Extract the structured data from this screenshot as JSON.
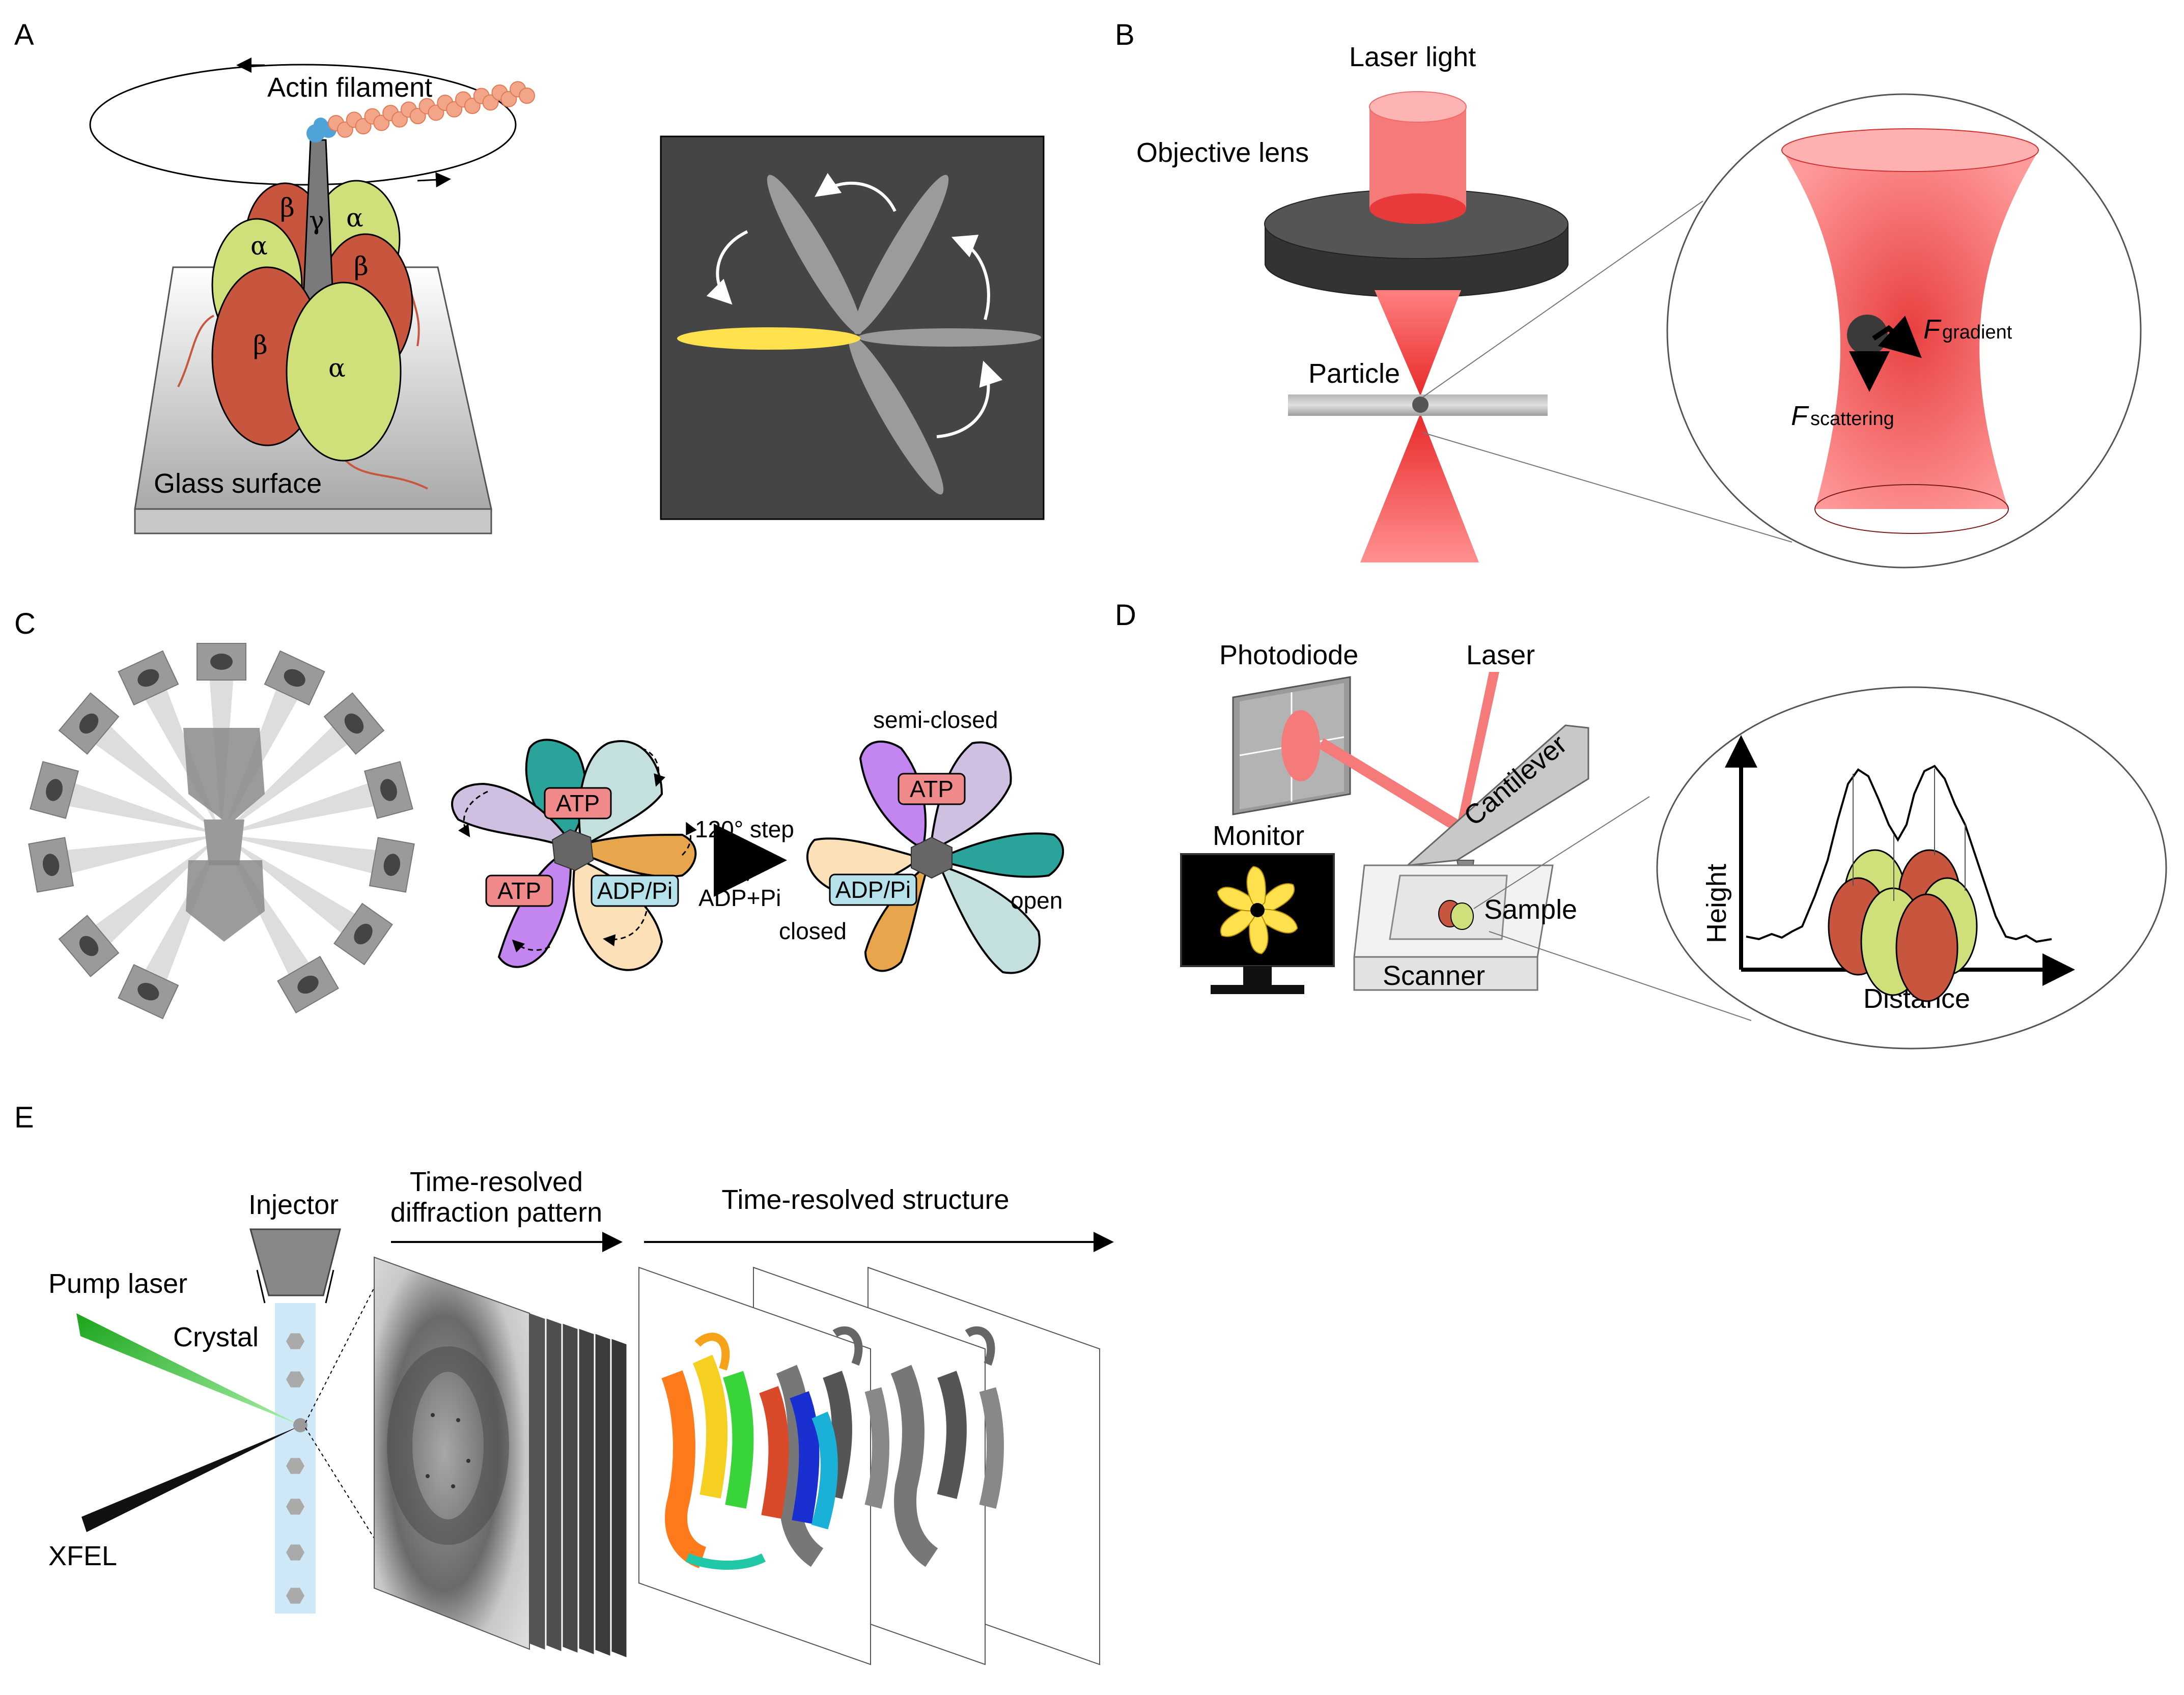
{
  "panels": {
    "a": {
      "letter": "A",
      "actin_label": "Actin filament",
      "surface_label": "Glass surface",
      "subunits": {
        "beta": "β",
        "alpha": "α",
        "gamma": "γ"
      }
    },
    "b": {
      "letter": "B",
      "laser_label": "Laser light",
      "lens_label": "Objective lens",
      "particle_label": "Particle",
      "force_symbol": "F",
      "gradient_label": "gradient",
      "scattering_label": "scattering"
    },
    "c": {
      "letter": "C",
      "atp": "ATP",
      "adp": "ADP/Pi",
      "step_label": "120° step",
      "release_label": "ADP+Pi",
      "semi_closed": "semi-closed",
      "closed": "closed",
      "open": "open"
    },
    "d": {
      "letter": "D",
      "photodiode": "Photodiode",
      "laser": "Laser",
      "cantilever": "Cantilever",
      "monitor": "Monitor",
      "sample": "Sample",
      "scanner": "Scanner",
      "height": "Height",
      "distance": "Distance"
    },
    "e": {
      "letter": "E",
      "injector": "Injector",
      "diffraction_line1": "Time-resolved",
      "diffraction_line2": "diffraction pattern",
      "structure": "Time-resolved structure",
      "pump_laser": "Pump laser",
      "crystal": "Crystal",
      "xfel": "XFEL"
    }
  },
  "colors": {
    "beta_red": "#c8553d",
    "alpha_green": "#cfe07a",
    "laser_red": "#f05a5a",
    "dark_panel": "#454545",
    "yellow_blade": "#ffe14d",
    "green_laser": "#3cc83c",
    "beam_blue": "#cfe8f7"
  }
}
